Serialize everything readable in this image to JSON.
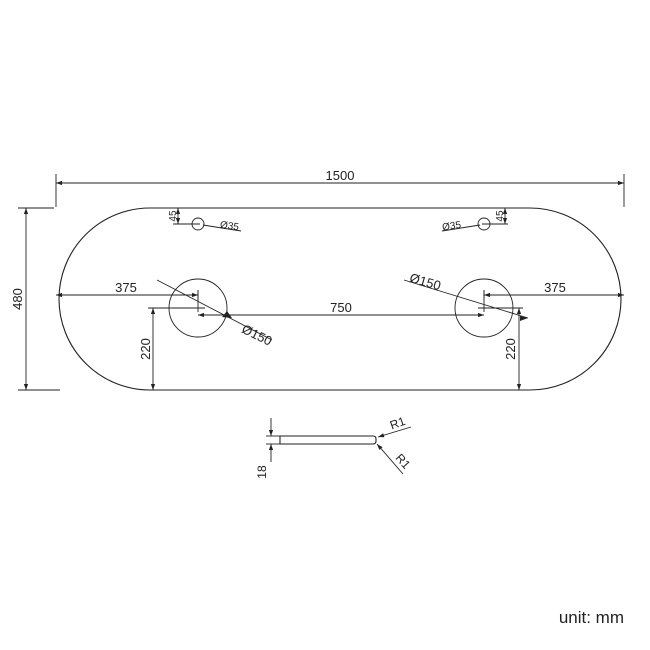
{
  "dimensions": {
    "overall_length": "1500",
    "overall_width": "480",
    "hole_offset_left": "375",
    "hole_offset_right": "375",
    "hole_spacing": "750",
    "hole_depth_left": "220",
    "hole_depth_right": "220",
    "large_hole_left": "Ø150",
    "large_hole_right": "Ø150",
    "small_hole_left": "Ø35",
    "small_hole_right": "Ø35",
    "small_hole_offset_left": "45",
    "small_hole_offset_right": "45",
    "thickness": "18",
    "edge_radius_top": "R1",
    "edge_radius_bottom": "R1"
  },
  "unit_label": "unit: mm"
}
